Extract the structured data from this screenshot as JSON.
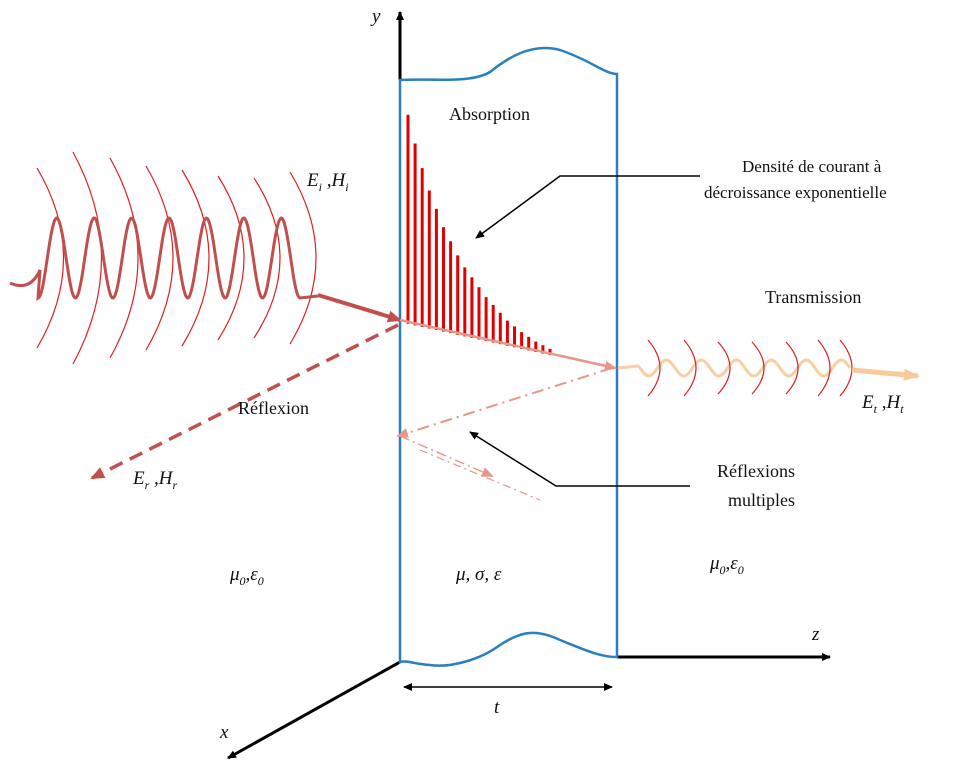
{
  "axes": {
    "y_label": "y",
    "z_label": "z",
    "x_label": "x",
    "thickness_label": "t"
  },
  "labels": {
    "absorption": "Absorption",
    "current_line1": "Densité de courant à",
    "current_line2": "décroissance exponentielle",
    "transmission": "Transmission",
    "reflection": "Réflexion",
    "multi_line1": "Réflexions",
    "multi_line2": "multiples"
  },
  "fields": {
    "incident": {
      "E": "E",
      "Esub": "i",
      "sep": " ,",
      "H": "H",
      "Hsub": "i"
    },
    "transmitted": {
      "E": "E",
      "Esub": "t",
      "sep": " ,",
      "H": "H",
      "Hsub": "t"
    },
    "reflected": {
      "E": "E",
      "Esub": "r",
      "sep": " ,",
      "H": "H",
      "Hsub": "r"
    }
  },
  "media": {
    "left": {
      "mu": "μ",
      "sub": "0",
      "sep": ",",
      "eps": "ε",
      "sub2": "0"
    },
    "shield": "μ, σ, ε",
    "right": {
      "mu": "μ",
      "sub": "0",
      "sep": ",",
      "eps": "ε",
      "sub2": "0"
    }
  },
  "colors": {
    "shield": "#2a7fc0",
    "incident_wave": "#c0504d",
    "wavefront": "#e02020",
    "current_bars": "#e00000",
    "transmitted_wave": "#f8cfa3",
    "reflection": "#e8958a"
  },
  "current_profile": [
    1.0,
    0.87,
    0.76,
    0.66,
    0.58,
    0.5,
    0.44,
    0.38,
    0.33,
    0.29,
    0.25,
    0.21,
    0.18,
    0.15,
    0.12,
    0.1,
    0.08,
    0.065,
    0.05,
    0.04,
    0.03
  ]
}
